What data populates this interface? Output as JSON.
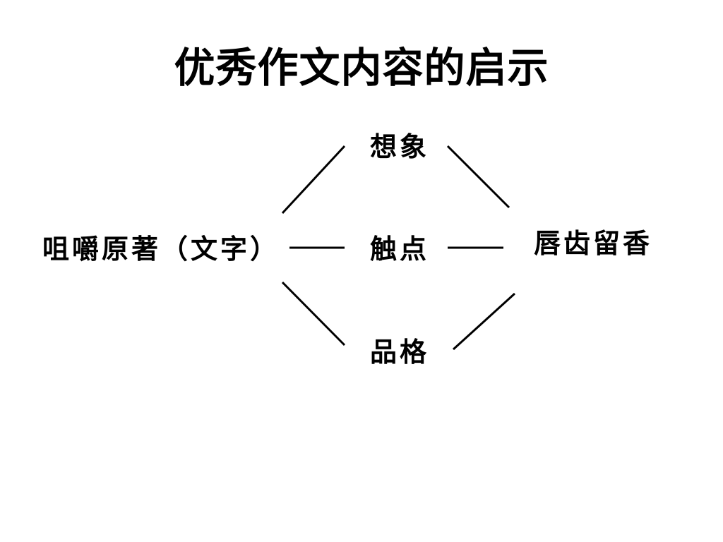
{
  "slide": {
    "title": "优秀作文内容的启示"
  },
  "diagram": {
    "nodes": {
      "left": "咀嚼原著（文字）",
      "top": "想象",
      "center": "触点",
      "bottom": "品格",
      "right": "唇齿留香"
    },
    "line_color": "#000000"
  }
}
